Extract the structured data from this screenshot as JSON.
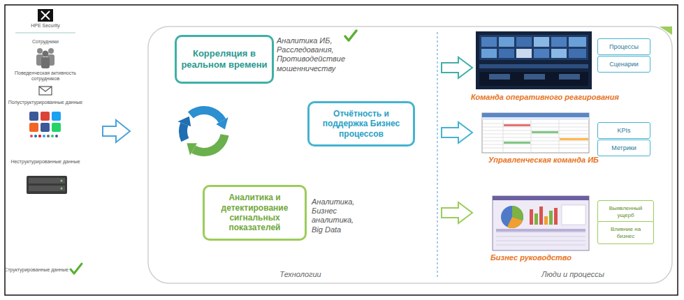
{
  "diagram": {
    "nodes": [
      {
        "text": [
          "Корреляция в реальном времени"
        ]
      },
      {
        "text": [
          "Отчётность и поддержка Бизнес процессов"
        ]
      },
      {
        "text": [
          "Аналитика и детектирование сигнальных показателей"
        ]
      },
      {
        "text": [
          "Процессы"
        ]
      },
      {
        "text": [
          "Сценарии"
        ]
      },
      {
        "text": [
          "KPIs"
        ]
      },
      {
        "text": [
          "Метрики"
        ]
      },
      {
        "text": [
          "Выявленный ущерб"
        ]
      },
      {
        "text": [
          "Влияние на бизнес"
        ]
      }
    ],
    "labels": [
      "HPE Security",
      "Сотрудники",
      "Поведенческая активность сотрудников",
      "Полуструктурированные данные",
      "Неструктурированные данные",
      "Структурированные данные",
      "Аналитика ИБ, Расследования, Противодействие мошенничеству",
      "Аналитика, Бизнес аналитика, Big Data",
      "Команда оперативного реагирования",
      "Управленческая команда ИБ",
      "Бизнес руководство",
      "Технологии",
      "Люди и процессы"
    ]
  }
}
